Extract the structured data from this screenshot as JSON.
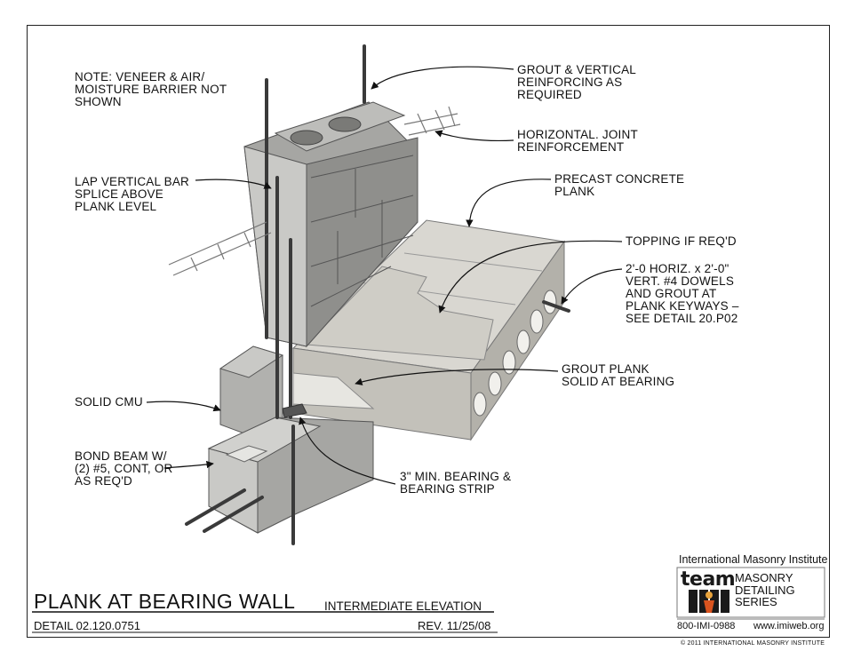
{
  "labels": {
    "note": [
      "NOTE: VENEER & AIR/",
      "MOISTURE BARRIER NOT",
      "SHOWN"
    ],
    "grout_vertical": [
      "GROUT & VERTICAL",
      "REINFORCING AS",
      "REQUIRED"
    ],
    "horizontal_joint": [
      "HORIZONTAL. JOINT",
      "REINFORCEMENT"
    ],
    "lap_vertical": [
      "LAP VERTICAL BAR",
      "SPLICE ABOVE",
      "PLANK LEVEL"
    ],
    "precast_plank": [
      "PRECAST CONCRETE",
      "PLANK"
    ],
    "topping": [
      "TOPPING IF REQ'D"
    ],
    "dowels": [
      "2'-0 HORIZ. x 2'-0\"",
      "VERT. #4 DOWELS",
      "AND GROUT AT",
      "PLANK KEYWAYS –",
      "SEE DETAIL 20.P02"
    ],
    "grout_plank": [
      "GROUT PLANK",
      "SOLID AT BEARING"
    ],
    "solid_cmu": [
      "SOLID CMU"
    ],
    "bond_beam": [
      "BOND BEAM W/",
      "(2) #5, CONT, OR",
      "AS REQ'D"
    ],
    "min_bearing": [
      "3\" MIN. BEARING &",
      "BEARING STRIP"
    ]
  },
  "title_block": {
    "title": "PLANK AT BEARING WALL",
    "subtitle": "INTERMEDIATE ELEVATION",
    "detail": "DETAIL 02.120.0751",
    "rev": "REV. 11/25/08"
  },
  "logo": {
    "institute": "International Masonry Institute",
    "team": "team",
    "series": [
      "MASONRY",
      "DETAILING",
      "SERIES"
    ],
    "phone": "800-IMI-0988",
    "web": "www.imiweb.org"
  },
  "copyright": "© 2011 INTERNATIONAL MASONRY INSTITUTE",
  "colors": {
    "block_light": "#c9c9c6",
    "block_mid": "#a8a8a5",
    "block_dark": "#7d7d7a",
    "plank_top": "#d7d5cf",
    "plank_side": "#b9b7b0",
    "rebar": "#3a3a3a",
    "line": "#111111"
  }
}
